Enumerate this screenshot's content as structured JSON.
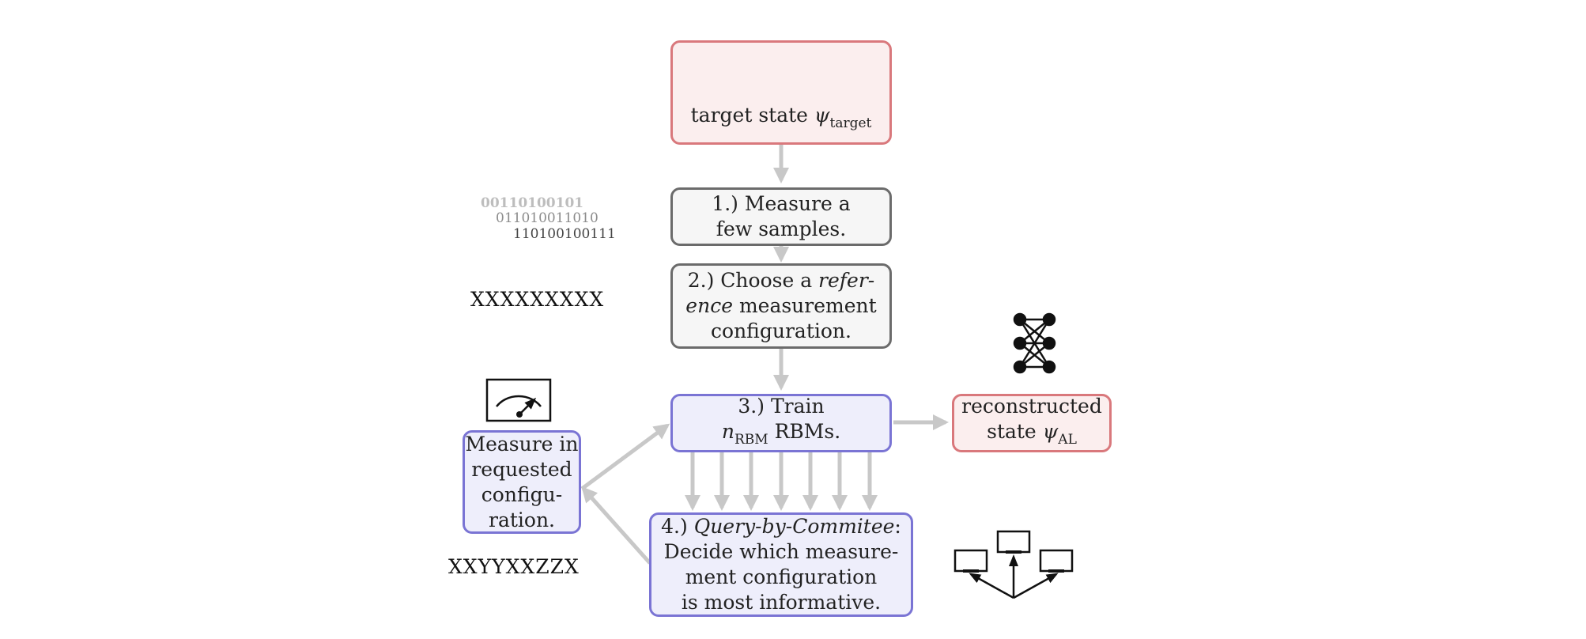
{
  "colors": {
    "arrow": "#c8c8c8",
    "red_border": "#d9787c",
    "gray_border": "#6b6b6b",
    "blue_border": "#7a74d4",
    "spin_red": "#b8322c",
    "spin_blue": "#2f4f86"
  },
  "target": {
    "text": "target state ",
    "psi": "ψ",
    "sub": "target"
  },
  "step1": {
    "line1": "1.)  Measure a",
    "line2": "few samples."
  },
  "step2": {
    "prefix": "2.)  Choose a ",
    "ital1": "refer-",
    "ital2": "ence",
    "rest2": " measurement",
    "line3": "configuration."
  },
  "step3": {
    "line1": "3.)  Train",
    "n": "n",
    "sub": "RBM",
    "rest": " RBMs."
  },
  "step4": {
    "prefix": "4.) ",
    "ital": "Query-by-Commitee",
    "colon": ":",
    "line2": "Decide which measure-",
    "line3": "ment configuration",
    "line4": "is most informative."
  },
  "measure": {
    "line1": "Measure in",
    "line2": "requested",
    "line3": "configu-",
    "line4": "ration."
  },
  "reconstructed": {
    "line1": "reconstructed",
    "line2": "state ",
    "psi": "ψ",
    "sub": "AL"
  },
  "samples": {
    "row1": "00110100101",
    "row2": "011010011010",
    "row3": "110100100111"
  },
  "reference_config": "XXXXXXXXX",
  "requested_config": "XXYYXXZZX",
  "icons": [
    "spin-chain-icon",
    "neural-network-icon",
    "meter-icon",
    "committee-monitors-icon"
  ]
}
